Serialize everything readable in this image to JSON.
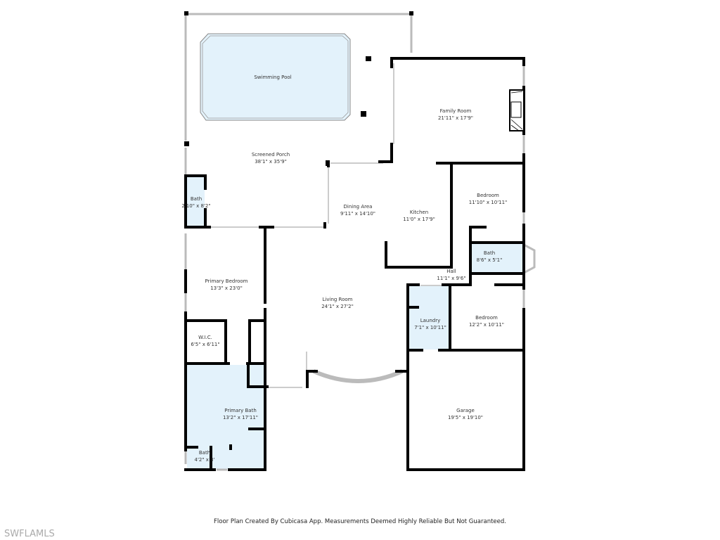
{
  "rooms": {
    "pool": {
      "name": "Swimming Pool"
    },
    "porch": {
      "name": "Screened Porch",
      "size": "38'1\" x 35'9\""
    },
    "family": {
      "name": "Family Room",
      "size": "21'11\" x 17'9\""
    },
    "bath_porch": {
      "name": "Bath",
      "size": "2'10\" x 8'2\""
    },
    "dining": {
      "name": "Dining Area",
      "size": "9'11\" x 14'10\""
    },
    "kitchen": {
      "name": "Kitchen",
      "size": "11'0\" x 17'9\""
    },
    "bedroom1": {
      "name": "Bedroom",
      "size": "11'10\" x 10'11\""
    },
    "bath2": {
      "name": "Bath",
      "size": "8'6\" x 5'1\""
    },
    "hall": {
      "name": "Hall",
      "size": "11'1\" x 9'6\""
    },
    "primary_bedroom": {
      "name": "Primary Bedroom",
      "size": "13'3\" x 23'0\""
    },
    "living": {
      "name": "Living Room",
      "size": "24'1\" x 27'2\""
    },
    "laundry": {
      "name": "Laundry",
      "size": "7'1\" x 10'11\""
    },
    "bedroom2": {
      "name": "Bedroom",
      "size": "12'2\" x 10'11\""
    },
    "wic": {
      "name": "W.I.C.",
      "size": "6'5\" x 6'11\""
    },
    "primary_bath": {
      "name": "Primary Bath",
      "size": "13'2\" x 17'11\""
    },
    "garage": {
      "name": "Garage",
      "size": "19'5\" x 19'10\""
    },
    "bath3": {
      "name": "Bath",
      "size": "4'2\" x 3'"
    }
  },
  "footer": "Floor Plan Created By Cubicasa App. Measurements Deemed Highly Reliable But Not Guaranteed.",
  "watermark": "SWFLAMLS",
  "colors": {
    "wall": "#000000",
    "wet_room": "#e3f2fb",
    "window": "#cccccc"
  }
}
